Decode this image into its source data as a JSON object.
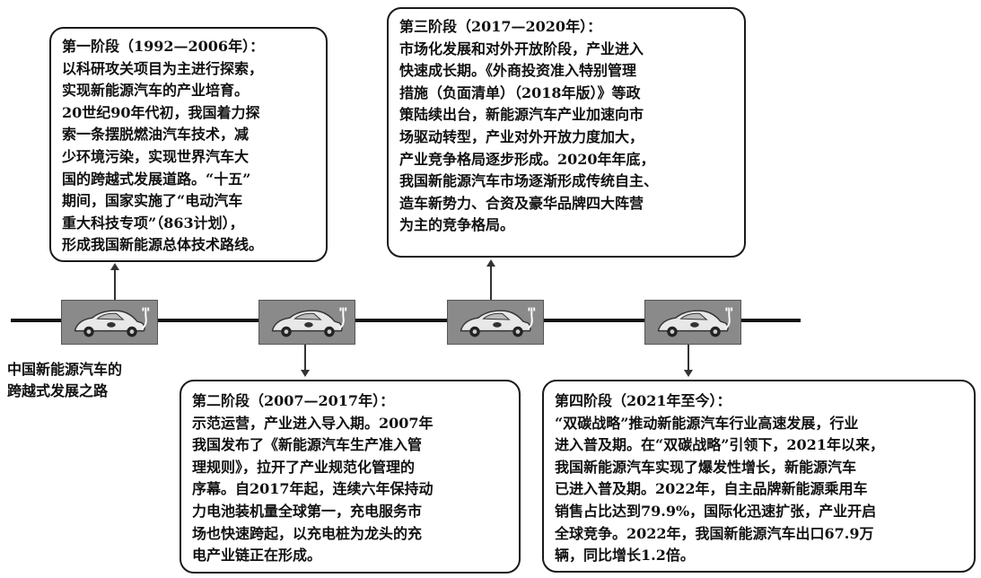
{
  "stages": {
    "stage1": {
      "title": "第一阶段（1992—2006年）：",
      "lines": [
        "以科研攻关项目为主进行探索，",
        "实现新能源汽车的产业培育。",
        "20世纪90年代初，我国着力探",
        "索一条摆脱燃油汽车技术，减",
        "少环境污染，实现世界汽车大",
        "国的跨越式发展道路。“十五”",
        "期间，国家实施了“电动汽车",
        "重大科技专项”（863计划），",
        "形成我国新能源总体技术路线。"
      ]
    },
    "stage2": {
      "title": "第二阶段（2007—2017年）：",
      "lines": [
        "示范运营，产业进入导入期。2007年",
        "我国发布了《新能源汽车生产准入管",
        "理规则》，拉开了产业规范化管理的",
        "序幕。自2017年起，连续六年保持动",
        "力电池装机量全球第一，充电服务市",
        "场也快速跨起，以充电桩为龙头的充",
        "电产业链正在形成。"
      ]
    },
    "stage3": {
      "title": "第三阶段（2017—2020年）：",
      "lines": [
        "市场化发展和对外开放阶段，产业进入",
        "快速成长期。《外商投资准入特别管理",
        "措施（负面清单）（2018年版）》等政",
        "策陆续出台，新能源汽车产业加速向市",
        "场驱动转型，产业对外开放力度加大，",
        "产业竞争格局逐步形成。2020年年底，",
        "我国新能源汽车市场逐渐形成传统自主、",
        "造车新势力、合资及豪华品牌四大阵营",
        "为主的竞争格局。"
      ]
    },
    "stage4": {
      "title": "第四阶段（2021年至今）：",
      "lines": [
        "“双碳战略”推动新能源汽车行业高速发展，行业",
        "进入普及期。在“双碳战略”引领下，2021年以来，",
        "我国新能源汽车实现了爆发性增长，新能源汽车",
        "已进入普及期。2022年，自主品牌新能源乘用车",
        "销售占比达到79.9%，国际化迅速扩张，产业开启",
        "全球竞争。2022年，我国新能源汽车出口67.9万",
        "辆，同比增长1.2倍。"
      ]
    }
  },
  "path_label": [
    "中国新能源汽车的",
    "跨越式发展之路"
  ],
  "icons": {
    "car": "electric-car-icon"
  },
  "colors": {
    "line": "#111111",
    "tile": "#8a8a8a"
  }
}
